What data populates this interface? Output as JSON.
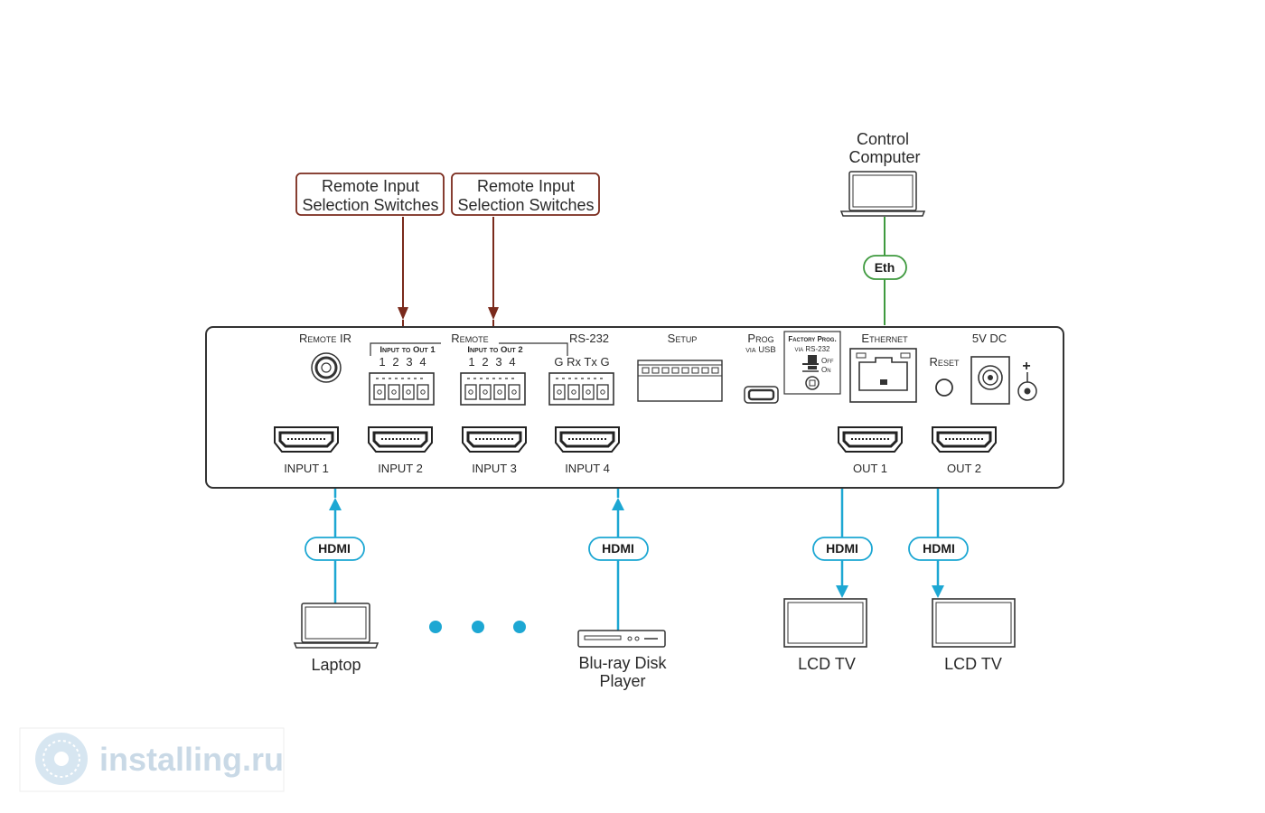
{
  "colors": {
    "hdmi_line": "#1da7d3",
    "eth_line": "#3f9a3f",
    "remote_line": "#7a2a1c",
    "panel_stroke": "#333333",
    "dots": "#1da7d3",
    "watermark": "#c9d9e6"
  },
  "callouts": {
    "remote_out1": {
      "line1": "Remote Input",
      "line2": "Selection Switches"
    },
    "remote_out2": {
      "line1": "Remote Input",
      "line2": "Selection Switches"
    }
  },
  "control_computer": {
    "line1": "Control",
    "line2": "Computer"
  },
  "eth_badge": "Eth",
  "panel": {
    "remote_ir": "Remote IR",
    "remote": "Remote",
    "input_to_out1": "Input to Out 1",
    "input_to_out2": "Input to Out 2",
    "pins_out1": [
      "1",
      "2",
      "3",
      "4"
    ],
    "pins_out2": [
      "1",
      "2",
      "3",
      "4"
    ],
    "rs232": "RS-232",
    "rs232_pins": "G Rx Tx G",
    "setup": "Setup",
    "prog": "Prog",
    "via_usb": "via USB",
    "factory_prog": "Factory Prog.",
    "via_rs232": "via RS-232",
    "off": "Off",
    "on": "On",
    "ethernet": "Ethernet",
    "reset": "Reset",
    "dc": "5V DC",
    "plus": "+",
    "input1": "INPUT 1",
    "input2": "INPUT 2",
    "input3": "INPUT 3",
    "input4": "INPUT 4",
    "out1": "OUT 1",
    "out2": "OUT 2"
  },
  "hdmi_badges": {
    "laptop": "HDMI",
    "bluray": "HDMI",
    "tv1": "HDMI",
    "tv2": "HDMI"
  },
  "devices": {
    "laptop": "Laptop",
    "bluray_line1": "Blu-ray Disk",
    "bluray_line2": "Player",
    "tv1": "LCD TV",
    "tv2": "LCD TV"
  },
  "watermark": "installing.ru"
}
